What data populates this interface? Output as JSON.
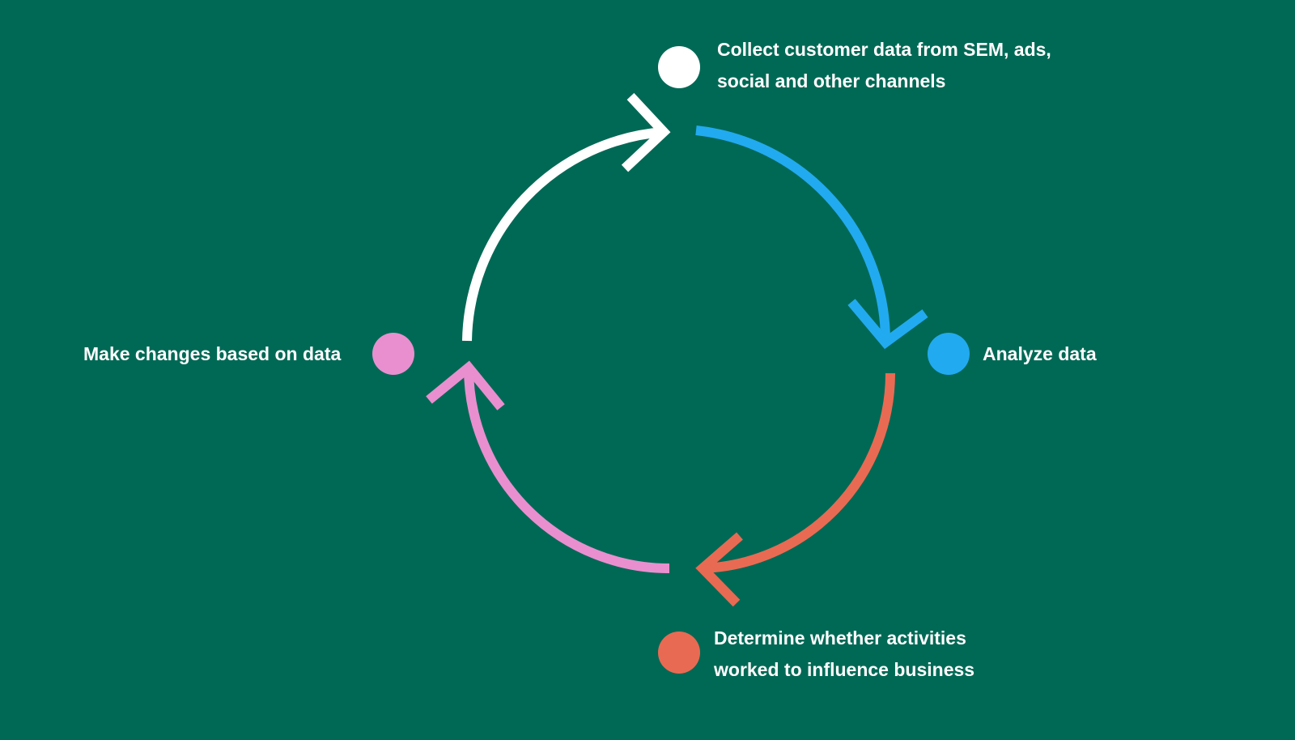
{
  "colors": {
    "background": "#006955",
    "collect": "#ffffff",
    "analyze": "#22aaf0",
    "determine": "#e96a52",
    "changes": "#e98fcf"
  },
  "steps": {
    "collect": {
      "line1": "Collect customer data from SEM, ads,",
      "line2": "social and other channels"
    },
    "analyze": {
      "line1": "Analyze data"
    },
    "determine": {
      "line1": "Determine whether activities",
      "line2": "worked to influence business"
    },
    "changes": {
      "line1": "Make changes based on data"
    }
  }
}
